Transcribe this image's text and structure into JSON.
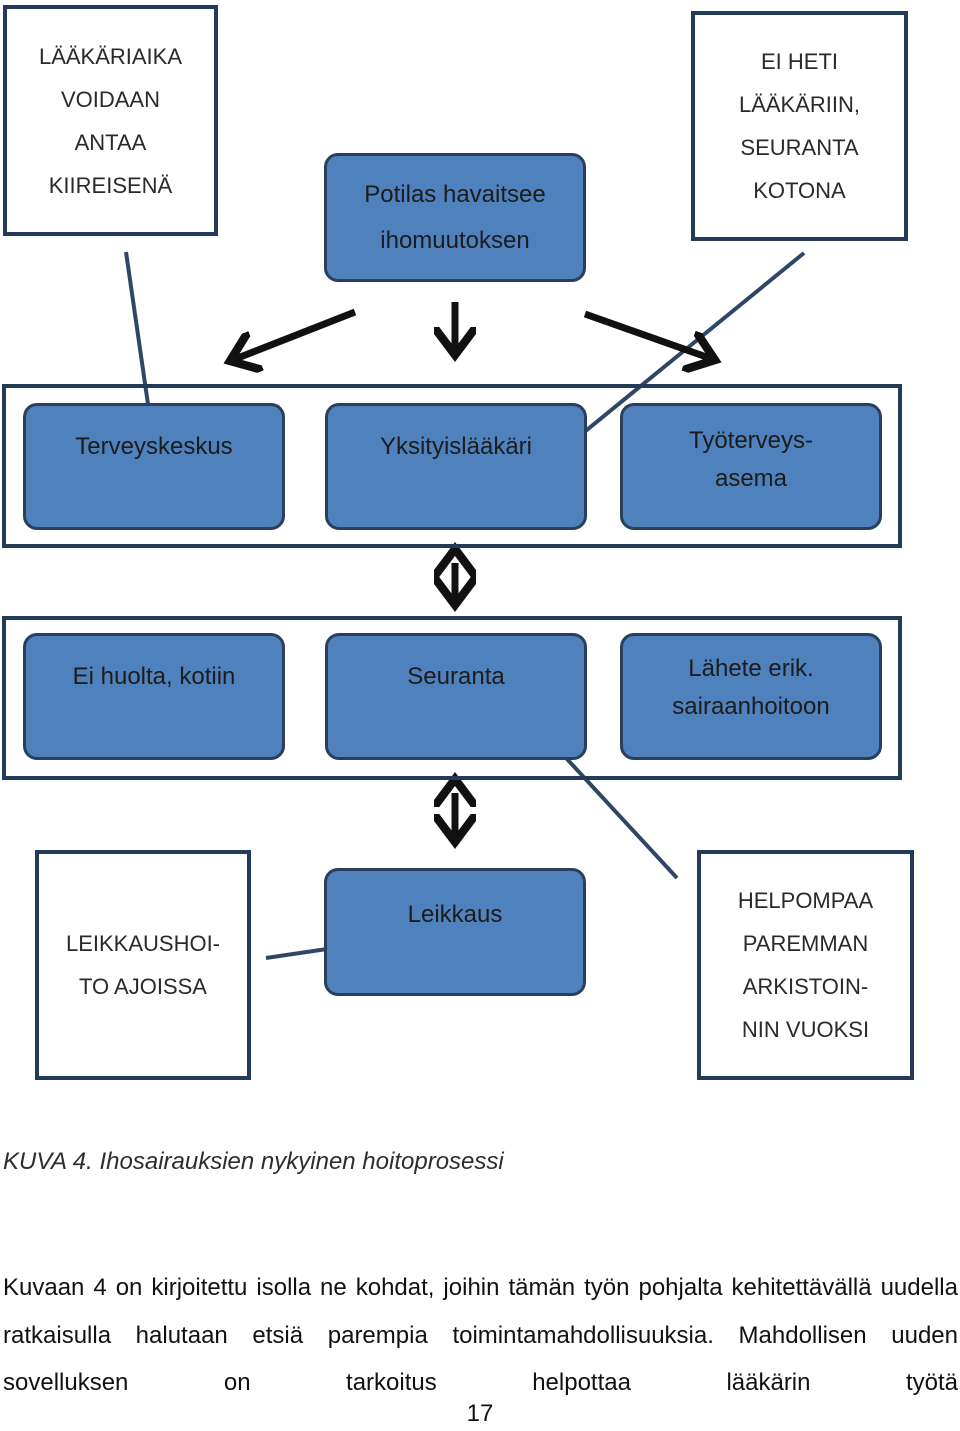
{
  "notes": {
    "left_top": "LÄÄKÄRIAIKA\nVOIDAAN\nANTAA\nKIIREISENÄ",
    "right_top": "EI HETI\nLÄÄKÄRIIN,\nSEURANTA\nKOTONA",
    "left_bottom": "LEIKKAUSHOI-\nTO AJOISSA",
    "right_bottom": "HELPOMPAA\nPAREMMAN\nARKISTOIN-\nNIN VUOKSI"
  },
  "start": "Potilas havaitsee\nihomuutoksen",
  "providers": [
    "Terveyskeskus",
    "Yksityislääkäri",
    "Työterveys-\nasema"
  ],
  "outcomes": [
    "Ei huolta, kotiin",
    "Seuranta",
    "Lähete erik.\nsairaanhoitoon"
  ],
  "surgery": "Leikkaus",
  "caption": "KUVA 4. Ihosairauksien nykyinen hoitoprosessi",
  "paragraph": "Kuvaan 4 on kirjoitettu isolla ne kohdat, joihin tämän työn pohjalta kehitettävällä uudella ratkaisulla halutaan etsiä parempia toimintamahdollisuuksia. Mahdollisen uuden sovelluksen on tarkoitus helpottaa lääkärin työtä",
  "page_number": "17",
  "colors": {
    "box_fill": "#4f81bd",
    "border": "#243a59",
    "arrow": "#111111"
  }
}
